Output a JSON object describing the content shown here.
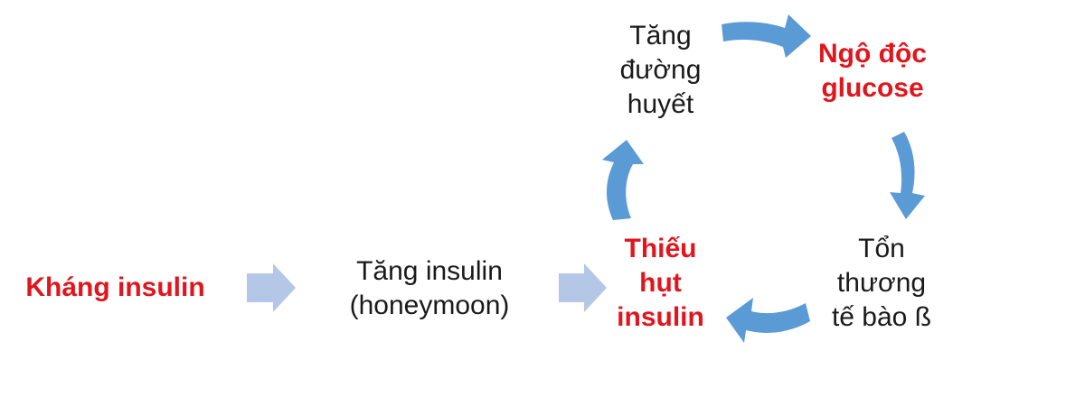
{
  "colors": {
    "accent_text": "#e0161e",
    "text": "#1a1a1a",
    "cycle_arrow": "#5b9bd5",
    "flow_arrow": "#b4c7e7"
  },
  "nodes": {
    "khang_insulin": {
      "text": "Kháng insulin"
    },
    "tang_insulin": {
      "line1": "Tăng insulin",
      "line2": "(honeymoon)"
    },
    "thieu_hut": {
      "line1": "Thiếu",
      "line2": "hụt",
      "line3": "insulin"
    },
    "tang_duong": {
      "line1": "Tăng",
      "line2": "đường",
      "line3": "huyết"
    },
    "ngo_doc": {
      "line1": "Ngộ độc",
      "line2": "glucose"
    },
    "ton_thuong": {
      "line1": "Tổn",
      "line2": "thương",
      "line3": "tế bào ß"
    }
  },
  "arrows": [
    {
      "name": "flow-arrow-1",
      "style": "block",
      "direction": "right"
    },
    {
      "name": "flow-arrow-2",
      "style": "block",
      "direction": "right"
    },
    {
      "name": "cycle-arrow-up",
      "style": "curved",
      "direction": "up"
    },
    {
      "name": "cycle-arrow-right",
      "style": "curved",
      "direction": "right"
    },
    {
      "name": "cycle-arrow-down",
      "style": "curved",
      "direction": "down"
    },
    {
      "name": "cycle-arrow-left",
      "style": "curved",
      "direction": "left"
    }
  ]
}
